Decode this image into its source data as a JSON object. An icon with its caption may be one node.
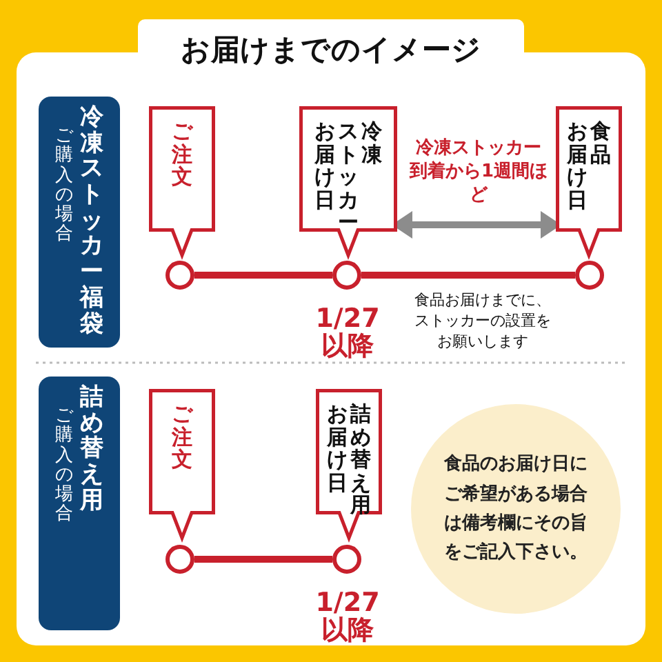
{
  "diagram": {
    "title": "お届けまでのイメージ",
    "nodes": [
      {
        "text": [
          "ご購入の場合",
          "冷凍ストッカー福袋"
        ]
      },
      {
        "text": [
          "ご注文"
        ]
      },
      {
        "text": [
          "お届け日",
          "ストッカー",
          "冷凍"
        ]
      },
      {
        "text": [
          "お届け日",
          "食品"
        ]
      },
      {
        "text": [],
        "shape": "circle"
      },
      {
        "text": [],
        "shape": "circle",
        "beside": [
          "1/27 以降"
        ]
      },
      {
        "text": [],
        "shape": "circle"
      },
      {
        "text": [
          "ご購入の場合",
          "詰め替え用"
        ]
      },
      {
        "text": [
          "ご注文"
        ]
      },
      {
        "text": [
          "お届け日",
          "詰め替え用"
        ]
      },
      {
        "text": [],
        "shape": "circle"
      },
      {
        "text": [],
        "shape": "circle",
        "beside": [
          "1/27 以降"
        ]
      },
      {
        "text": [
          "食品のお届け日にご希望がある場合は備考欄にその旨をご記入下さい。"
        ]
      }
    ],
    "edges": [
      {
        "from": 4,
        "to": 5,
        "arrow": "none"
      },
      {
        "from": 5,
        "to": 6,
        "arrow": "none"
      },
      {
        "from": 2,
        "to": 3,
        "arrow": "both",
        "label": "冷凍ストッカー到着から1週間ほど",
        "color": "#8c8c8c"
      },
      {
        "from": 10,
        "to": 11,
        "arrow": "none"
      }
    ],
    "labels": [
      "食品お届けまでに、ストッカーの設置をお願いします"
    ]
  }
}
